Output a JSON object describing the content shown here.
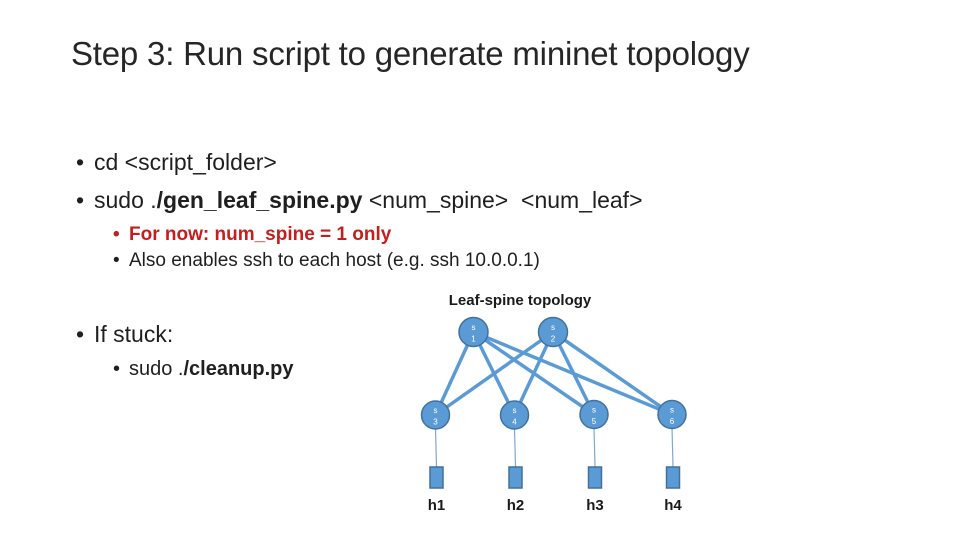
{
  "slide": {
    "title": "Step 3: Run script to generate mininet topology",
    "bullet_char": "•"
  },
  "bullets": {
    "cd": "cd <script_folder>",
    "sudo_prefix": "sudo .",
    "gen_script_bold": "/gen_leaf_spine.py",
    "gen_args": " <num_spine>  <num_leaf>",
    "for_now": "For now: num_spine = 1 only",
    "also_ssh": "Also enables ssh to each host (e.g. ssh 10.0.0.1)",
    "if_stuck": "If stuck:",
    "cleanup_prefix": "sudo .",
    "cleanup_script_bold": "/cleanup.py"
  },
  "diagram": {
    "title": "Leaf-spine topology",
    "spine_nodes": [
      {
        "letter": "s",
        "number": "1"
      },
      {
        "letter": "s",
        "number": "2"
      }
    ],
    "leaf_nodes": [
      {
        "letter": "s",
        "number": "3"
      },
      {
        "letter": "s",
        "number": "4"
      },
      {
        "letter": "s",
        "number": "5"
      },
      {
        "letter": "s",
        "number": "6"
      }
    ],
    "host_labels": [
      "h1",
      "h2",
      "h3",
      "h4"
    ],
    "colors": {
      "node_fill": "#5B9BD5",
      "node_border": "#41719C",
      "edge": "#5B9BD5",
      "host_connector": "#7FA8D0"
    }
  },
  "colors": {
    "text": "#1F1F1F",
    "title_text": "#262626",
    "accent_red": "#C41E1E",
    "background": "#FFFFFF"
  }
}
